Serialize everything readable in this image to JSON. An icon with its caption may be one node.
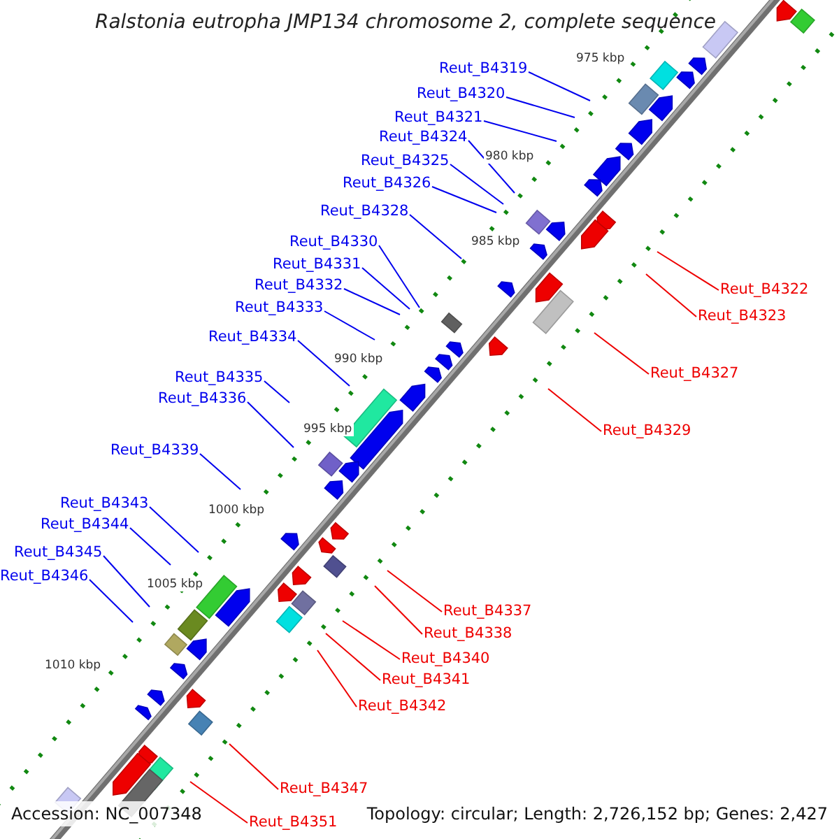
{
  "diagram": {
    "title": "Ralstonia eutropha JMP134 chromosome 2, complete sequence",
    "nodes": [
      {
        "text": [
          "Reut_B4319"
        ]
      },
      {
        "text": [
          "Reut_B4320"
        ]
      },
      {
        "text": [
          "Reut_B4321"
        ]
      },
      {
        "text": [
          "Reut_B4324"
        ]
      },
      {
        "text": [
          "Reut_B4325"
        ]
      },
      {
        "text": [
          "Reut_B4326"
        ]
      },
      {
        "text": [
          "Reut_B4328"
        ]
      },
      {
        "text": [
          "Reut_B4330"
        ]
      },
      {
        "text": [
          "Reut_B4331"
        ]
      },
      {
        "text": [
          "Reut_B4332"
        ]
      },
      {
        "text": [
          "Reut_B4322"
        ]
      },
      {
        "text": [
          "Reut_B4333"
        ]
      },
      {
        "text": [
          "Reut_B4323"
        ]
      },
      {
        "text": [
          "Reut_B4334"
        ]
      },
      {
        "text": [
          "Reut_B4327"
        ]
      },
      {
        "text": [
          "Reut_B4335"
        ]
      },
      {
        "text": [
          "Reut_B4336"
        ]
      },
      {
        "text": [
          "Reut_B4329"
        ]
      },
      {
        "text": [
          "Reut_B4339"
        ]
      },
      {
        "text": [
          "Reut_B4343"
        ]
      },
      {
        "text": [
          "Reut_B4344"
        ]
      },
      {
        "text": [
          "Reut_B4345"
        ]
      },
      {
        "text": [
          "Reut_B4346"
        ]
      },
      {
        "text": [
          "Reut_B4337"
        ]
      },
      {
        "text": [
          "Reut_B4338"
        ]
      },
      {
        "text": [
          "Reut_B4340"
        ]
      },
      {
        "text": [
          "Reut_B4341"
        ]
      },
      {
        "text": [
          "Reut_B4342"
        ]
      },
      {
        "text": [
          "Reut_B4347"
        ]
      },
      {
        "text": [
          "Reut_B4351"
        ]
      }
    ],
    "edges": [
      {
        "from": 0,
        "to": null,
        "arrow": "none"
      },
      {
        "from": 1,
        "to": null,
        "arrow": "none"
      },
      {
        "from": 2,
        "to": null,
        "arrow": "none"
      },
      {
        "from": 3,
        "to": null,
        "arrow": "none"
      },
      {
        "from": 4,
        "to": null,
        "arrow": "none"
      },
      {
        "from": 5,
        "to": null,
        "arrow": "none"
      },
      {
        "from": 6,
        "to": null,
        "arrow": "none"
      },
      {
        "from": 7,
        "to": null,
        "arrow": "none"
      },
      {
        "from": 8,
        "to": null,
        "arrow": "none"
      },
      {
        "from": 9,
        "to": null,
        "arrow": "none"
      },
      {
        "from": 10,
        "to": null,
        "arrow": "none",
        "color": "#ee0000"
      },
      {
        "from": 11,
        "to": null,
        "arrow": "none"
      },
      {
        "from": 12,
        "to": null,
        "arrow": "none",
        "color": "#ee0000"
      },
      {
        "from": 13,
        "to": null,
        "arrow": "none"
      },
      {
        "from": 14,
        "to": null,
        "arrow": "none",
        "color": "#ee0000"
      },
      {
        "from": 15,
        "to": null,
        "arrow": "none"
      },
      {
        "from": 16,
        "to": null,
        "arrow": "none"
      },
      {
        "from": 17,
        "to": null,
        "arrow": "none",
        "color": "#ee0000"
      },
      {
        "from": 18,
        "to": null,
        "arrow": "none"
      },
      {
        "from": 19,
        "to": null,
        "arrow": "none"
      },
      {
        "from": 20,
        "to": null,
        "arrow": "none"
      },
      {
        "from": 21,
        "to": null,
        "arrow": "none"
      },
      {
        "from": 22,
        "to": null,
        "arrow": "none"
      },
      {
        "from": 23,
        "to": null,
        "arrow": "none",
        "color": "#ee0000"
      },
      {
        "from": 24,
        "to": null,
        "arrow": "none",
        "color": "#ee0000"
      },
      {
        "from": 25,
        "to": null,
        "arrow": "none",
        "color": "#ee0000"
      },
      {
        "from": 26,
        "to": null,
        "arrow": "none",
        "color": "#ee0000"
      },
      {
        "from": 27,
        "to": null,
        "arrow": "none",
        "color": "#ee0000"
      },
      {
        "from": 28,
        "to": null,
        "arrow": "none",
        "color": "#ee0000"
      },
      {
        "from": 29,
        "to": null,
        "arrow": "none",
        "color": "#ee0000"
      }
    ],
    "labels": [
      "975 kbp",
      "980 kbp",
      "985 kbp",
      "990 kbp",
      "995 kbp",
      "1000 kbp",
      "1005 kbp",
      "1010 kbp",
      "Accession: NC_007348",
      "Topology: circular; Length: 2,726,152 bp; Genes: 2,427"
    ]
  }
}
